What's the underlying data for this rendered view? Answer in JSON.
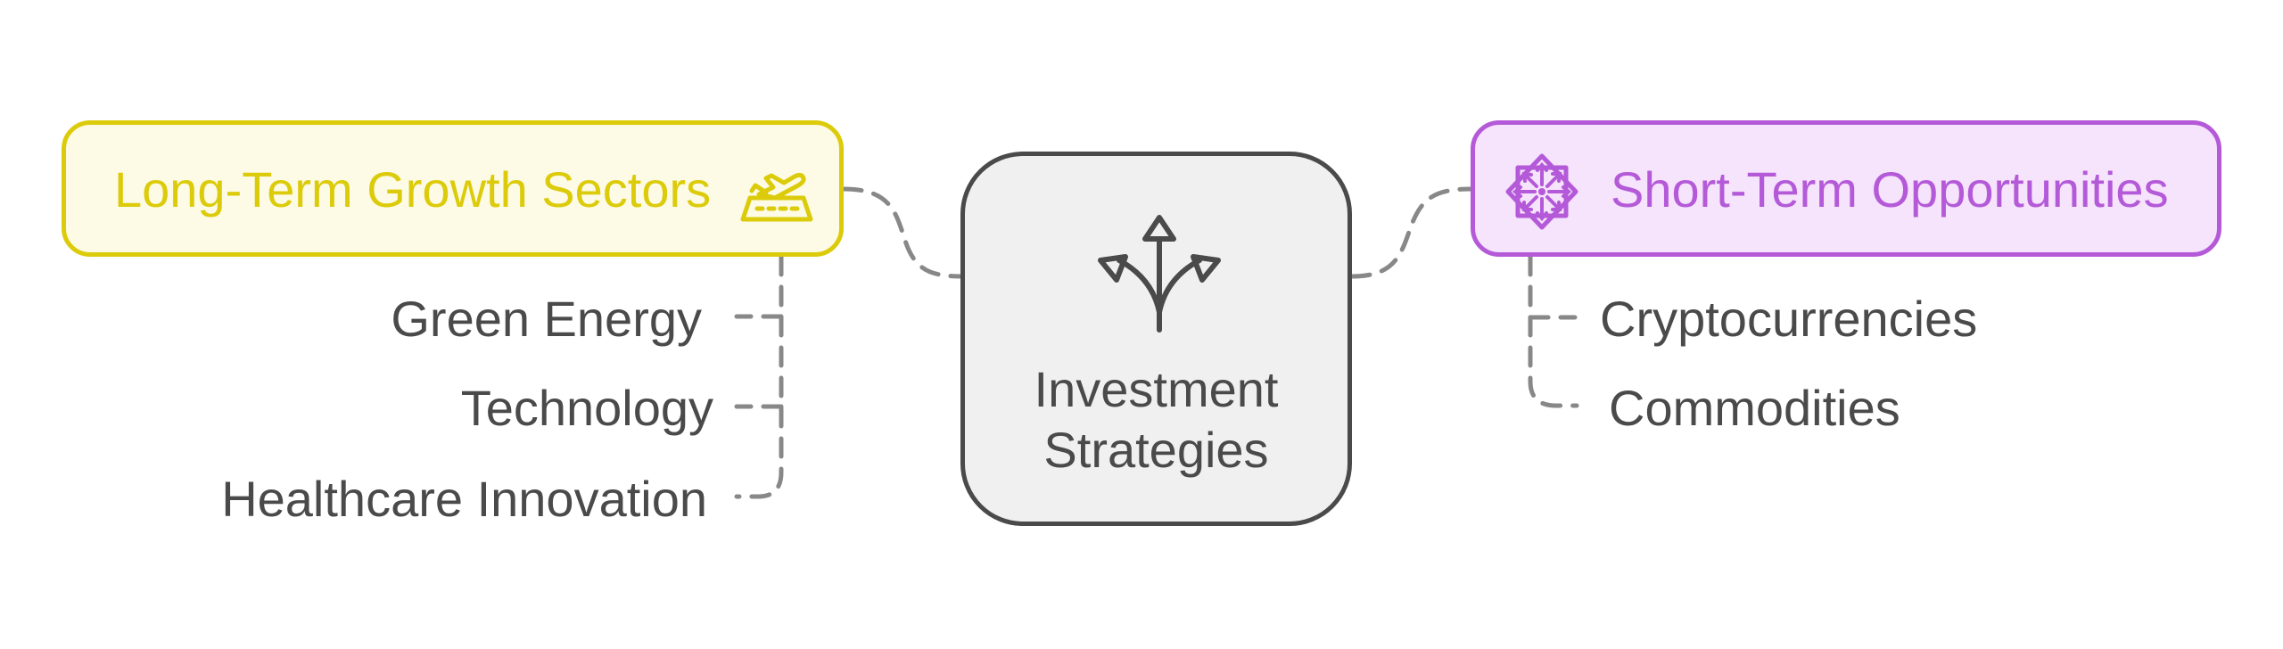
{
  "diagram": {
    "type": "mind-map",
    "center": {
      "label_line1": "Investment",
      "label_line2": "Strategies",
      "icon": "branching-arrows-icon",
      "colors": {
        "fill": "#f0f0f0",
        "stroke": "#4a4a4a",
        "text": "#4a4a4a"
      }
    },
    "branches": [
      {
        "id": "long-term",
        "title": "Long-Term Growth Sectors",
        "icon": "airplane-runway-icon",
        "colors": {
          "fill": "#fdfbe6",
          "stroke": "#dccb0a",
          "text": "#dccb0a"
        },
        "children": [
          {
            "label": "Green Energy"
          },
          {
            "label": "Technology"
          },
          {
            "label": "Healthcare Innovation"
          }
        ]
      },
      {
        "id": "short-term",
        "title": "Short-Term Opportunities",
        "icon": "compass-star-arrows-icon",
        "colors": {
          "fill": "#f6e3fc",
          "stroke": "#b45ad8",
          "text": "#b45ad8"
        },
        "children": [
          {
            "label": "Cryptocurrencies"
          },
          {
            "label": "Commodities"
          }
        ]
      }
    ],
    "connector_color": "#888888"
  }
}
